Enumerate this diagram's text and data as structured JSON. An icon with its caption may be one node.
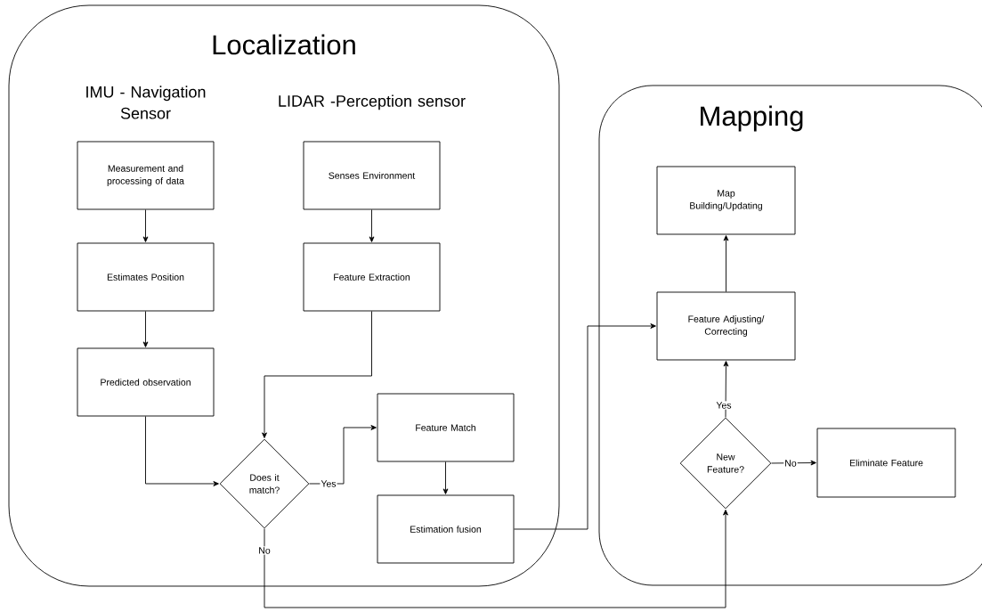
{
  "diagram": {
    "nodes": [
      {
        "text": [
          "Localization"
        ]
      },
      {
        "text": [
          "Measurement and processing of data"
        ],
        "in": 0
      },
      {
        "text": [
          "Estimates Position"
        ],
        "in": 0
      },
      {
        "text": [
          "Predicted observation"
        ],
        "in": 0
      },
      {
        "text": [
          "Senses Environment"
        ],
        "in": 0
      },
      {
        "text": [
          "Feature Extraction"
        ],
        "in": 0
      },
      {
        "text": [
          "Does it match?"
        ],
        "in": 0
      },
      {
        "text": [
          "Feature Match"
        ],
        "in": 0
      },
      {
        "text": [
          "Estimation fusion"
        ],
        "in": 0
      },
      {
        "text": [
          "Mapping"
        ]
      },
      {
        "text": [
          "Map Building/Updating"
        ],
        "in": 9
      },
      {
        "text": [
          "Feature Adjusting/ Correcting"
        ],
        "in": 9
      },
      {
        "text": [
          "New Feature?"
        ],
        "in": 9
      },
      {
        "text": [
          "Eliminate Feature"
        ],
        "in": 9
      }
    ],
    "edges": [
      {
        "from": 1,
        "to": 2,
        "arrow": "to"
      },
      {
        "from": 2,
        "to": 3,
        "arrow": "to"
      },
      {
        "from": 4,
        "to": 5,
        "arrow": "to"
      },
      {
        "from": 5,
        "to": 6,
        "arrow": "to"
      },
      {
        "from": 3,
        "to": 6,
        "arrow": "to"
      },
      {
        "from": 6,
        "to": 7,
        "arrow": "to",
        "label": "Yes"
      },
      {
        "from": 7,
        "to": 8,
        "arrow": "to"
      },
      {
        "from": 8,
        "to": 11,
        "arrow": "to"
      },
      {
        "from": 6,
        "to": 12,
        "arrow": "to",
        "label": "No"
      },
      {
        "from": 12,
        "to": 11,
        "arrow": "to",
        "label": "Yes"
      },
      {
        "from": 12,
        "to": 13,
        "arrow": "to",
        "label": "No"
      },
      {
        "from": 11,
        "to": 10,
        "arrow": "to"
      }
    ],
    "labels": [
      "IMU - Navigation Sensor",
      "LIDAR -Perception sensor"
    ]
  }
}
